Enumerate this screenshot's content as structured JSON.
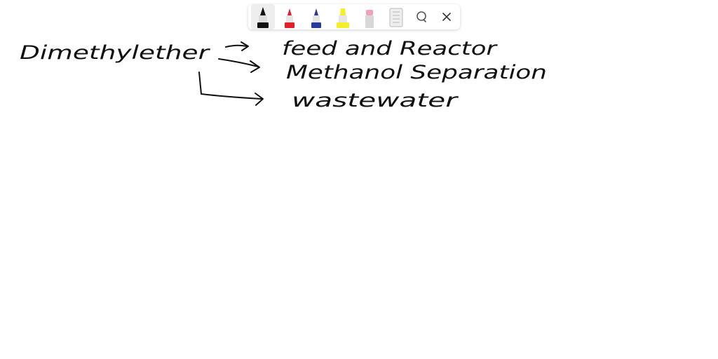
{
  "toolbar": {
    "tools": [
      {
        "name": "pen-black",
        "color": "#111111",
        "selected": true
      },
      {
        "name": "pen-red",
        "color": "#e0202a",
        "selected": false
      },
      {
        "name": "pen-blue",
        "color": "#2a3a9a",
        "selected": false
      },
      {
        "name": "highlighter-yellow",
        "color": "#f5ee2a",
        "selected": false
      },
      {
        "name": "eraser",
        "color": "#f4a0b8",
        "selected": false
      },
      {
        "name": "clear-page",
        "color": "#dddddd",
        "selected": false
      },
      {
        "name": "lasso-icon",
        "color": "#555555",
        "selected": false
      },
      {
        "name": "close-icon",
        "color": "#333333",
        "selected": false
      }
    ]
  },
  "canvas": {
    "source_label": "Dimethylether",
    "targets": [
      "feed and Reactor",
      "Methanol Separation",
      "wastewater"
    ],
    "ink_color": "#111111"
  }
}
